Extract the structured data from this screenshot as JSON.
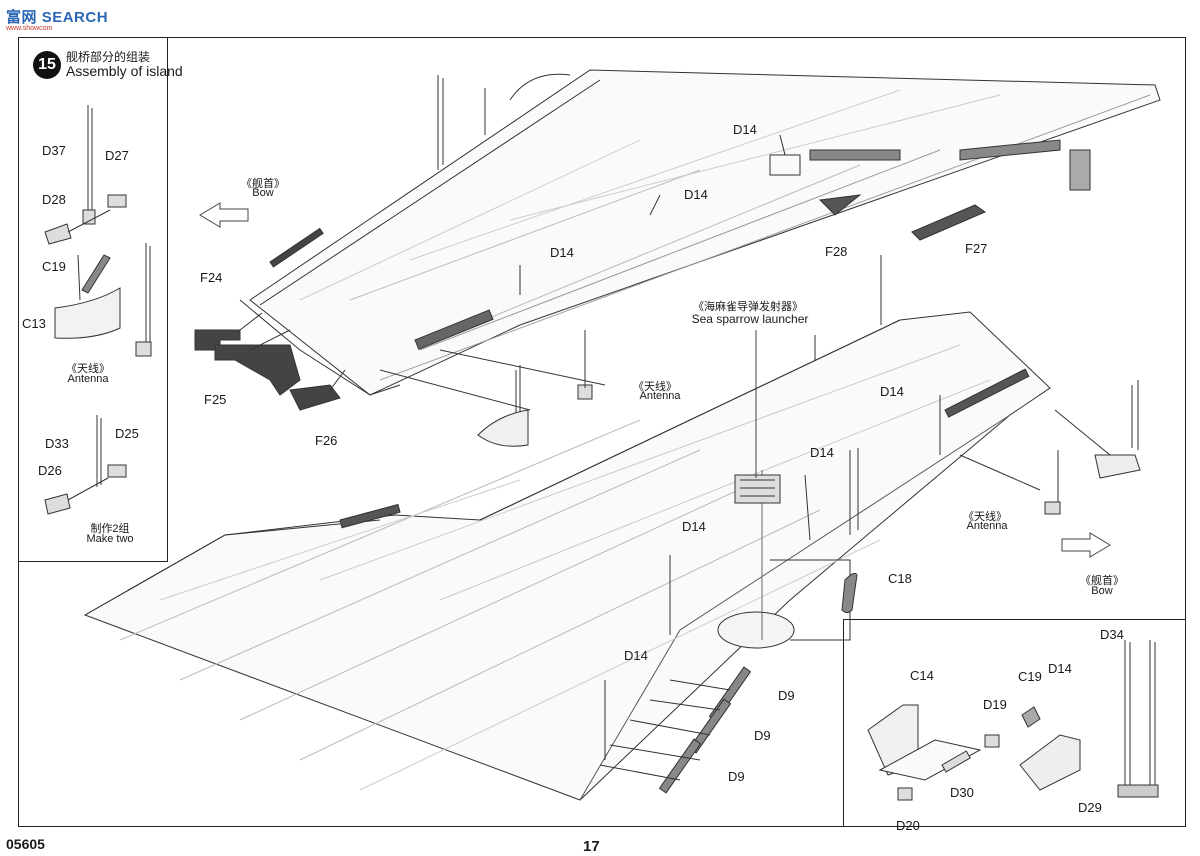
{
  "watermark": {
    "brand": "SEARCH",
    "prefix": "富网",
    "url": "www.showcom"
  },
  "step": {
    "number": "15",
    "title_cn": "舰桥部分的组装",
    "title_en": "Assembly of island"
  },
  "left_panel": {
    "labels": [
      "D37",
      "D27",
      "D28",
      "C19",
      "C13"
    ],
    "antenna_cn": "《天线》",
    "antenna_en": "Antenna",
    "labels2": [
      "D33",
      "D25",
      "D26"
    ],
    "make_cn": "制作2组",
    "make_en": "Make two"
  },
  "main": {
    "bow_top_cn": "《舰首》",
    "bow_top_en": "Bow",
    "bow_bottom_cn": "《舰首》",
    "bow_bottom_en": "Bow",
    "sparrow_cn": "《海麻雀导弹发射器》",
    "sparrow_en": "Sea sparrow launcher",
    "antenna1_cn": "《天线》",
    "antenna1_en": "Antenna",
    "antenna2_cn": "《天线》",
    "antenna2_en": "Antenna",
    "parts": {
      "D14": "D14",
      "F24": "F24",
      "F25": "F25",
      "F26": "F26",
      "F27": "F27",
      "F28": "F28",
      "C18": "C18",
      "D9": "D9"
    }
  },
  "bottom_right_panel": {
    "labels": [
      "C14",
      "D19",
      "C19",
      "D14",
      "D34",
      "D30",
      "D20",
      "D29"
    ]
  },
  "footer": {
    "product_code": "05605",
    "page_number": "17"
  }
}
